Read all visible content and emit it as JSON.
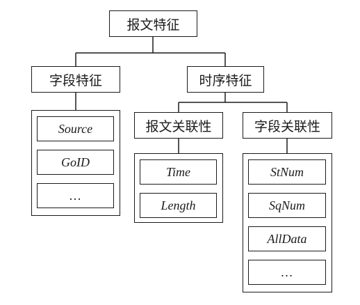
{
  "root": {
    "label": "报文特征"
  },
  "branches": {
    "field_features": {
      "label": "字段特征"
    },
    "timing_features": {
      "label": "时序特征"
    }
  },
  "sub_branches": {
    "message_correlation": {
      "label": "报文关联性"
    },
    "field_correlation": {
      "label": "字段关联性"
    }
  },
  "groups": {
    "field_features_items": [
      "Source",
      "GoID",
      "…"
    ],
    "message_correlation_items": [
      "Time",
      "Length"
    ],
    "field_correlation_items": [
      "StNum",
      "SqNum",
      "AllData",
      "…"
    ]
  },
  "colors": {
    "stroke": "#1a1a1a",
    "background": "#ffffff"
  }
}
